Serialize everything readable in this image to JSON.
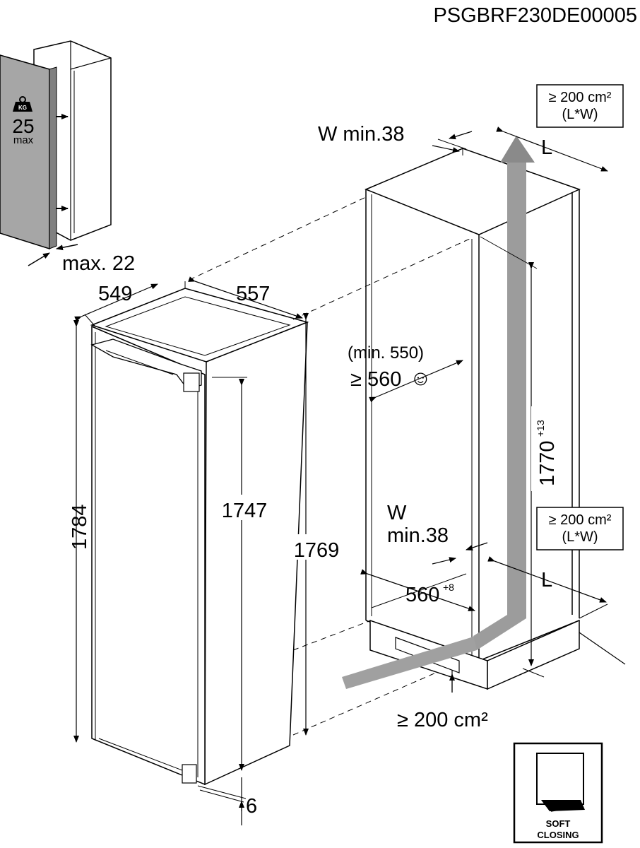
{
  "doc_code": "PSGBRF230DE00005",
  "door_panel": {
    "weight_badge": "KG",
    "weight_value": "25",
    "weight_unit": "max"
  },
  "dims": {
    "door_thickness": "max. 22",
    "depth": "549",
    "width": "557",
    "height_total": "1784",
    "height_door": "1747",
    "height_appliance": "1769",
    "bottom_offset": "6"
  },
  "niche": {
    "vent_top": {
      "line1": "≥ 200 cm²",
      "line2": "(L*W)"
    },
    "vent_mid": {
      "line1": "≥ 200 cm²",
      "line2": "(L*W)"
    },
    "vent_bottom": "≥ 200 cm²",
    "gap_top": "W min.38",
    "gap_bottom_w": "W",
    "gap_bottom_min": "min.38",
    "length_label_top": "L",
    "length_label_bottom": "L",
    "depth_min": "(min. 550)",
    "depth_rec": "≥ 560",
    "smiley": "☺",
    "width_base": "560",
    "width_tol": "+8",
    "height_base": "1770",
    "height_tol": "+13"
  },
  "soft_closing": {
    "line1": "SOFT",
    "line2": "CLOSING"
  }
}
